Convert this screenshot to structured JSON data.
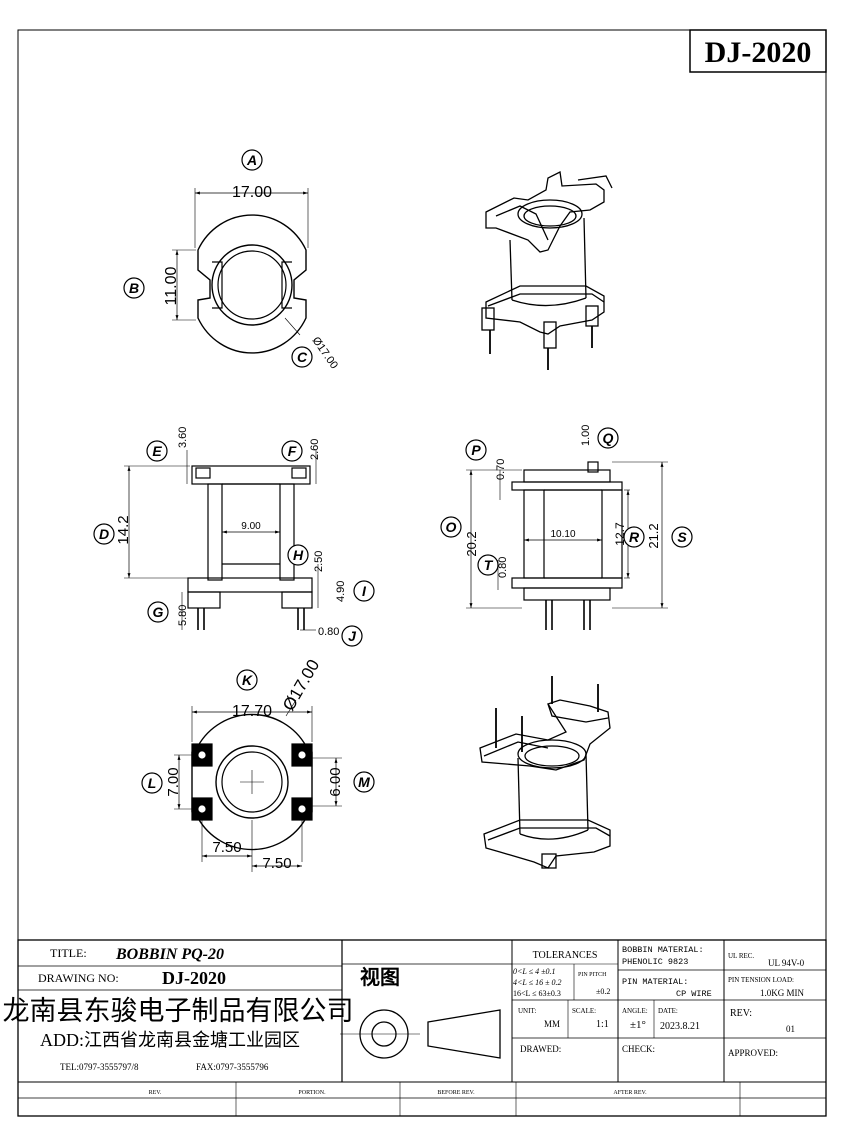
{
  "drawing": {
    "number_box": "DJ-2020",
    "views": {
      "top": {
        "letters": [
          "A",
          "B",
          "C"
        ],
        "dims": [
          "17.00",
          "11.00",
          "Ø17.00"
        ]
      },
      "front": {
        "letters": [
          "D",
          "E",
          "F",
          "G",
          "H",
          "I",
          "J"
        ],
        "dims": [
          "3.60",
          "2.60",
          "14.2",
          "9.00",
          "2.50",
          "4.90",
          "5.80",
          "0.80"
        ]
      },
      "side": {
        "letters": [
          "O",
          "P",
          "Q",
          "R",
          "S",
          "T"
        ],
        "dims": [
          "1.00",
          "0.70",
          "20.2",
          "10.10",
          "12.7",
          "21.2",
          "0.80"
        ]
      },
      "bottom": {
        "letters": [
          "K",
          "L",
          "M"
        ],
        "dims": [
          "17.70",
          "Ø17.00",
          "7.00",
          "6.00",
          "7.50",
          "7.50"
        ]
      }
    }
  },
  "title_block": {
    "title_label": "TITLE:",
    "title_value": "BOBBIN  PQ-20",
    "drawing_no_label": "DRAWING NO:",
    "drawing_no_value": "DJ-2020",
    "view_label": "视图",
    "company": "龙南县东骏电子制品有限公司",
    "address": "ADD:江西省龙南县金塘工业园区",
    "tel": "TEL:0797-3555797/8",
    "fax": "FAX:0797-3555796",
    "tolerances_label": "TOLERANCES",
    "tol_row1": "0<L ≤ 4 ±0.1",
    "tol_row2": "4<L ≤ 16 ± 0.2",
    "tol_row3": "16<L ≤ 63±0.3",
    "pin_pitch_label": "PIN PITCH",
    "pin_pitch_value": "±0.2",
    "unit_label": "UNIT:",
    "unit_value": "MM",
    "scale_label": "SCALE:",
    "scale_value": "1:1",
    "drawed_label": "DRAWED:",
    "bobbin_material_label": "BOBBIN MATERIAL:",
    "bobbin_material_value": "PHENOLIC  9823",
    "pin_material_label": "PIN MATERIAL:",
    "pin_material_value": "CP WIRE",
    "angle_label": "ANGLE:",
    "angle_value": "±1°",
    "date_label": "DATE:",
    "date_value": "2023.8.21",
    "check_label": "CHECK:",
    "ul_rec_label": "UL REC.",
    "ul_rec_value": "UL  94V-0",
    "pin_tension_label": "PIN TENSION LOAD:",
    "pin_tension_value": "1.0KG MIN",
    "rev_label": "REV:",
    "rev_value": "01",
    "approved_label": "APPROVED:",
    "rev_table_headers": [
      "REV.",
      "PORTION.",
      "BEFORE REV.",
      "AFTER REV."
    ]
  }
}
